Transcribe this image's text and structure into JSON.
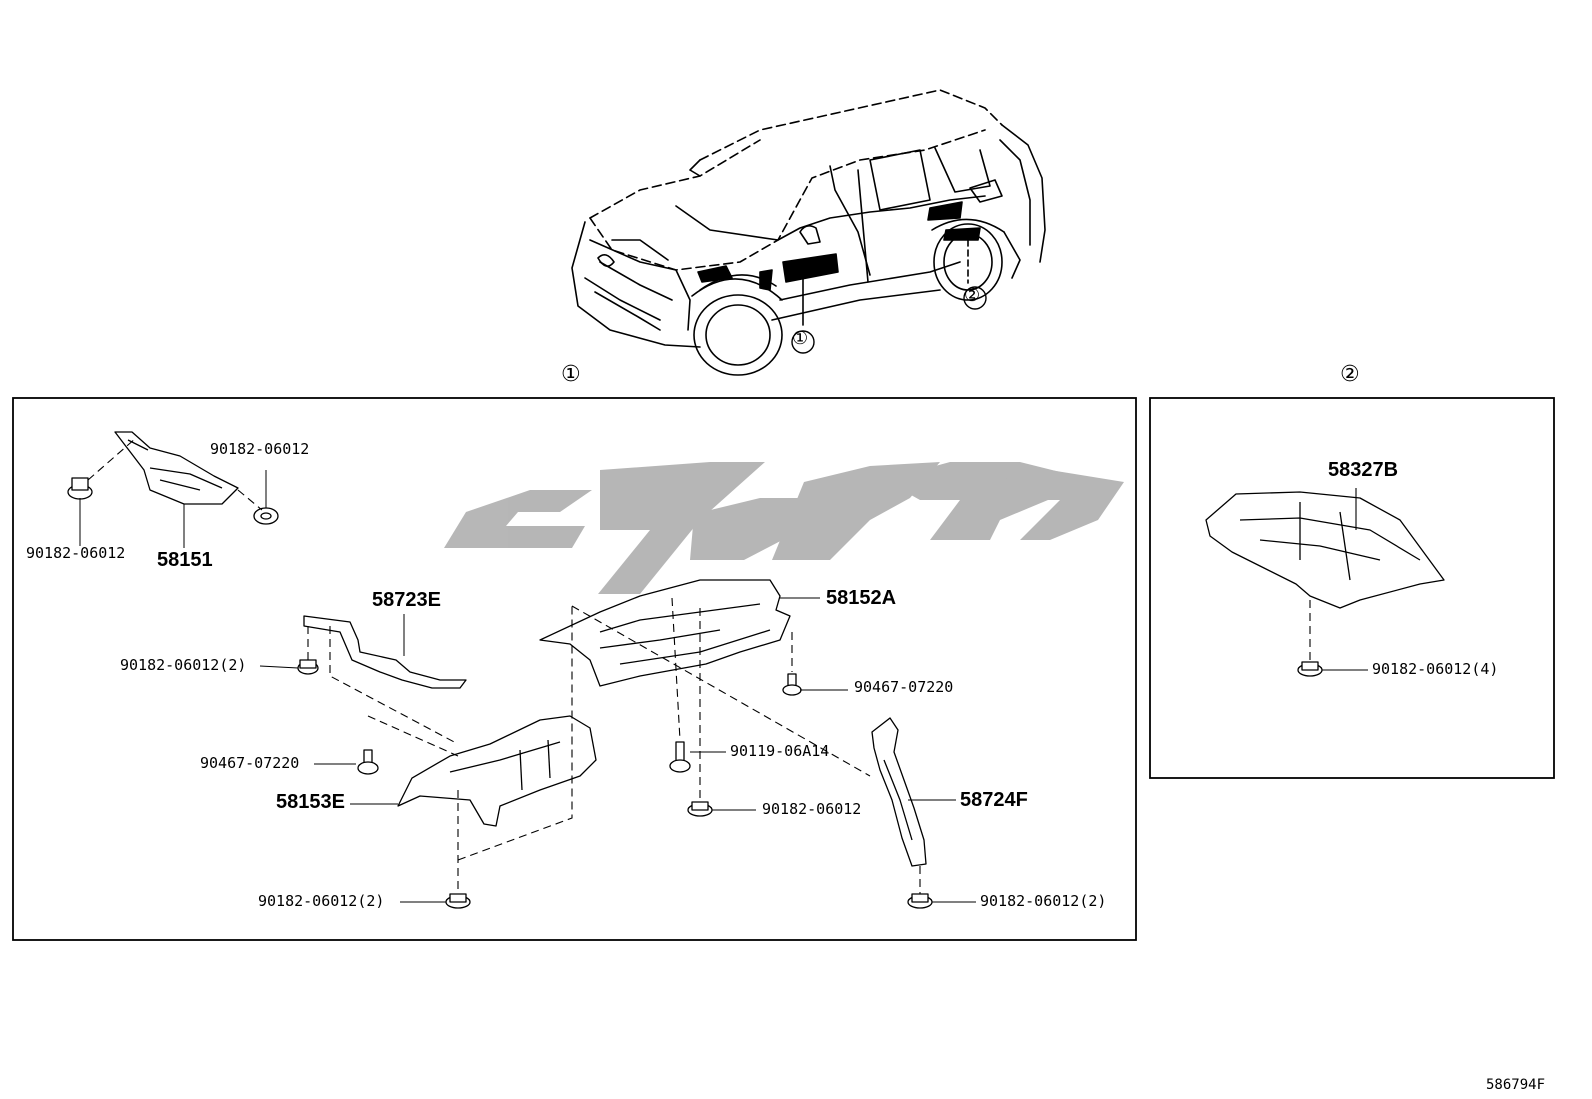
{
  "callouts": {
    "one": "①",
    "two": "②"
  },
  "section1": {
    "label": "①",
    "parts": {
      "p58151": "58151",
      "p58151_clip_left": "90182-06012",
      "p58151_clip_right": "90182-06012",
      "p58723E": "58723E",
      "p58723E_clip": "90182-06012(2)",
      "p58152A": "58152A",
      "p58152A_bolt": "90467-07220",
      "p58153E": "58153E",
      "p58153E_bolt": "90467-07220",
      "p58153E_clip": "90182-06012(2)",
      "center_bolt": "90119-06A14",
      "center_clip": "90182-06012",
      "p58724F": "58724F",
      "p58724F_clip": "90182-06012(2)"
    }
  },
  "section2": {
    "label": "②",
    "parts": {
      "p58327B": "58327B",
      "p58327B_clip": "90182-06012(4)"
    }
  },
  "reference": "586794F"
}
